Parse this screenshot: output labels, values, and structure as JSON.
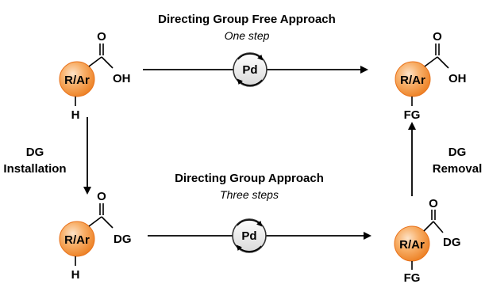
{
  "colors": {
    "ring_outer": "#f5a04a",
    "ring_inner": "#fde3c8",
    "ring_edge": "#e9731c",
    "line": "#000000"
  },
  "top_route": {
    "title": "Directing Group Free Approach",
    "subtitle": "One step",
    "catalyst": "Pd"
  },
  "bottom_route": {
    "title": "Directing Group Approach",
    "subtitle": "Three steps",
    "catalyst": "Pd"
  },
  "left_step": {
    "line1": "DG",
    "line2": "Installation"
  },
  "right_step": {
    "line1": "DG",
    "line2": "Removal"
  },
  "molecules": {
    "top_left": {
      "core": "R/Ar",
      "carbonyl_o": "O",
      "group": "OH",
      "sub": "H"
    },
    "top_right": {
      "core": "R/Ar",
      "carbonyl_o": "O",
      "group": "OH",
      "sub": "FG"
    },
    "bot_left": {
      "core": "R/Ar",
      "carbonyl_o": "O",
      "group": "DG",
      "sub": "H"
    },
    "bot_right": {
      "core": "R/Ar",
      "carbonyl_o": "O",
      "group": "DG",
      "sub": "FG"
    }
  }
}
